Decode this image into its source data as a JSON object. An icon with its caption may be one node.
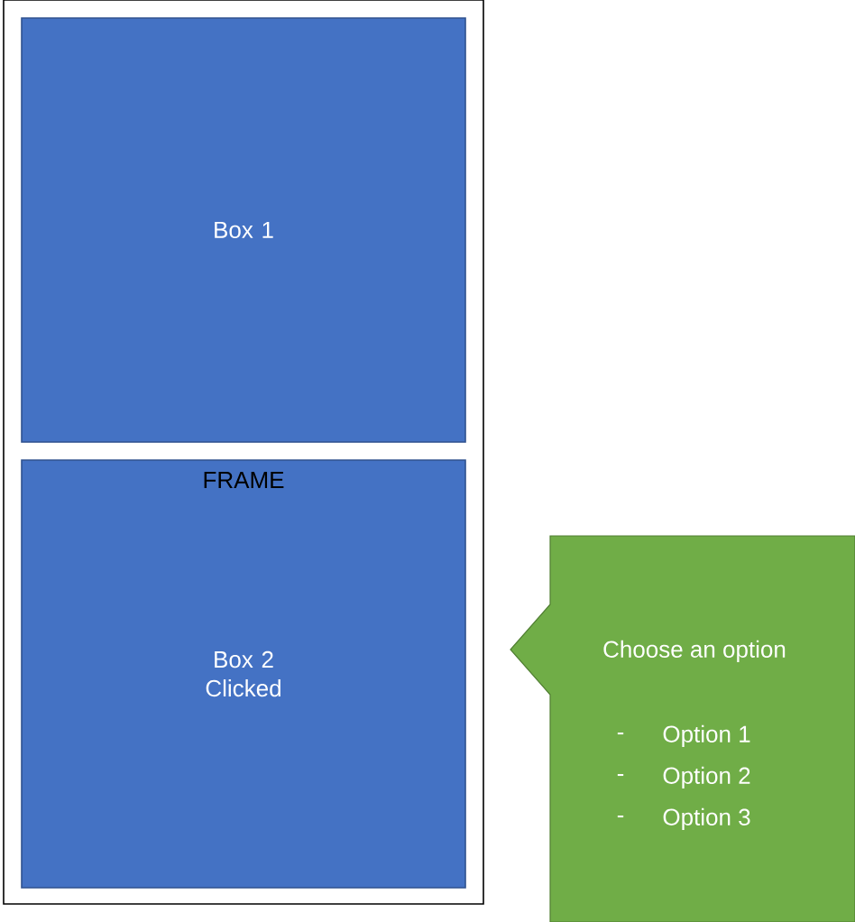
{
  "diagram": {
    "nodes": [
      {
        "text": [],
        "shape": "box"
      },
      {
        "text": [
          "Box 1"
        ],
        "in": 0
      },
      {
        "text": [
          "Box 2 Clicked"
        ],
        "in": 0
      },
      {
        "text": [
          "FRAME"
        ],
        "in": 2
      },
      {
        "text": [
          "Choose an option",
          "Option 1",
          "Option 2",
          "Option 3"
        ]
      }
    ],
    "labels": [
      "-",
      "-",
      "-"
    ]
  }
}
